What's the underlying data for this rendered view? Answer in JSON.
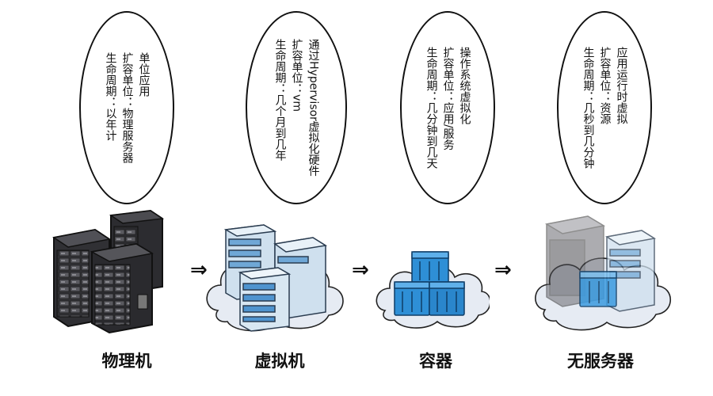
{
  "stages": [
    {
      "caption": "物理机",
      "lines": [
        "单位应用",
        "扩容单位：物理服务器",
        "生命周期：以年计"
      ]
    },
    {
      "caption": "虚拟机",
      "lines": [
        "通过Hypervisor虚拟化硬件",
        "扩容单位：vm",
        "生命周期：几个月到几年"
      ]
    },
    {
      "caption": "容器",
      "lines": [
        "操作系统虚拟化",
        "扩容单位：应用/服务",
        "生命周期：几分钟到几天"
      ]
    },
    {
      "caption": "无服务器",
      "lines": [
        "应用运行时虚拟",
        "扩容单位：资源",
        "生命周期：几秒到几分钟"
      ]
    }
  ],
  "arrows": [
    "⇒",
    "⇒",
    "⇒"
  ],
  "icons": [
    "physical-server-rack-icon",
    "cloud-server-icon",
    "cloud-container-icon",
    "cloud-serverless-icon"
  ],
  "colors": {
    "server_dark": "#3a3a3e",
    "server_light": "#c9dcea",
    "cloud": "#e6ebf3",
    "container_blue": "#2e8fd6"
  }
}
